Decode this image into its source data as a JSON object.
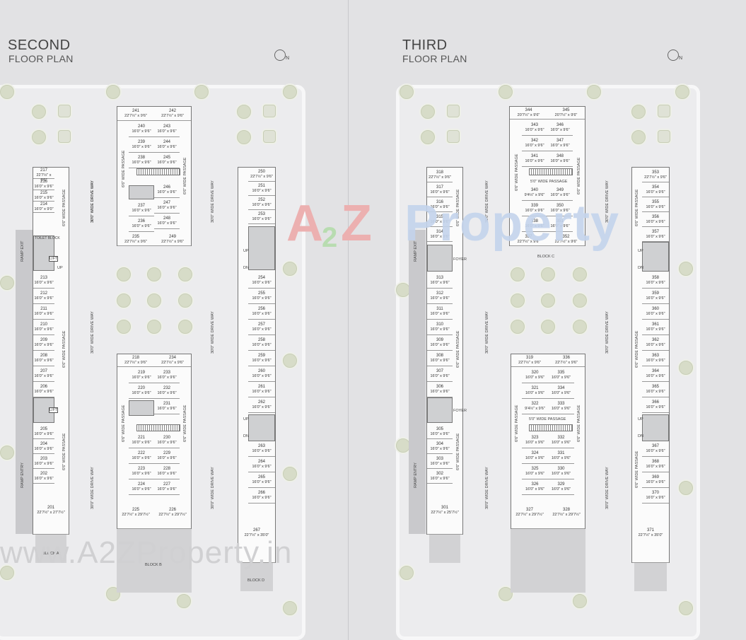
{
  "second": {
    "title_big": "SECOND",
    "title_small": "FLOOR PLAN",
    "north": "N",
    "block_a": {
      "label": "BLOCK A",
      "units_top": [
        [
          "217",
          "22'7½\" x 9'6\""
        ],
        [
          "216",
          "16'0\" x 9'6\""
        ],
        [
          "215",
          "16'0\" x 9'6\""
        ],
        [
          "214",
          "16'0\" x 9'0\""
        ]
      ],
      "toilet": "TOILET BLOCK",
      "lift": "LIFT",
      "units_mid": [
        [
          "213",
          "16'0\" x 9'6\""
        ],
        [
          "212",
          "16'0\" x 9'6\""
        ],
        [
          "211",
          "16'0\" x 9'6\""
        ],
        [
          "210",
          "16'0\" x 9'6\""
        ],
        [
          "209",
          "16'0\" x 9'6\""
        ],
        [
          "208",
          "16'0\" x 9'6\""
        ],
        [
          "207",
          "16'0\" x 9'6\""
        ],
        [
          "206",
          "16'0\" x 9'6\""
        ]
      ],
      "units_bot": [
        [
          "205",
          "16'0\" x 9'6\""
        ],
        [
          "204",
          "16'0\" x 9'6\""
        ],
        [
          "203",
          "16'0\" x 9'6\""
        ],
        [
          "202",
          "16'0\" x 9'6\""
        ]
      ],
      "unit_end": [
        "201",
        "22'7½\" x 27'7½\""
      ],
      "up": "UP"
    },
    "block_b": {
      "label": "BLOCK B",
      "top_pair": [
        [
          "218",
          "22'7½\" x 9'6\""
        ],
        [
          "234",
          "22'7½\" x 9'6\""
        ]
      ],
      "left": [
        [
          "219",
          "16'0\" x 9'6\""
        ],
        [
          "220",
          "16'0\" x 9'6\""
        ]
      ],
      "right": [
        [
          "233",
          "16'0\" x 9'6\""
        ],
        [
          "232",
          "16'0\" x 9'6\""
        ],
        [
          "231",
          "16'0\" x 9'6\""
        ]
      ],
      "left2": [
        [
          "221",
          "16'0\" x 9'6\""
        ],
        [
          "222",
          "16'0\" x 9'6\""
        ],
        [
          "223",
          "16'0\" x 9'6\""
        ],
        [
          "224",
          "16'0\" x 9'6\""
        ]
      ],
      "right2": [
        [
          "230",
          "16'0\" x 9'6\""
        ],
        [
          "229",
          "16'0\" x 9'6\""
        ],
        [
          "228",
          "16'0\" x 9'6\""
        ],
        [
          "227",
          "16'0\" x 9'6\""
        ]
      ],
      "bottom_pair": [
        [
          "225",
          "22'7½\" x 29'7½\""
        ],
        [
          "226",
          "22'7½\" x 29'7½\""
        ]
      ]
    },
    "block_top": {
      "top_pair": [
        [
          "241",
          "22'7½\" x 9'6\""
        ],
        [
          "242",
          "22'7½\" x 9'6\""
        ]
      ],
      "left": [
        [
          "240",
          "16'0\" x 9'6\""
        ],
        [
          "239",
          "16'0\" x 9'6\""
        ],
        [
          "238",
          "16'0\" x 9'6\""
        ]
      ],
      "right": [
        [
          "243",
          "16'0\" x 9'6\""
        ],
        [
          "244",
          "16'0\" x 9'6\""
        ],
        [
          "245",
          "16'0\" x 9'6\""
        ]
      ],
      "left2": [
        [
          "237",
          "16'0\" x 9'6\""
        ],
        [
          "236",
          "16'0\" x 9'6\""
        ]
      ],
      "right2": [
        [
          "246",
          "16'0\" x 9'6\""
        ],
        [
          "247",
          "16'0\" x 9'6\""
        ],
        [
          "248",
          "16'0\" x 9'6\""
        ]
      ],
      "bottom_pair": [
        [
          "235",
          "22'7½\" x 9'6\""
        ],
        [
          "249",
          "22'7½\" x 9'6\""
        ]
      ]
    },
    "block_d": {
      "label": "BLOCK D",
      "units_top": [
        [
          "250",
          "22'7½\" x 9'6\""
        ],
        [
          "251",
          "16'0\" x 9'6\""
        ],
        [
          "252",
          "16'0\" x 9'6\""
        ],
        [
          "253",
          "16'0\" x 9'6\""
        ]
      ],
      "units_mid": [
        [
          "254",
          "16'0\" x 9'6\""
        ],
        [
          "255",
          "16'0\" x 9'6\""
        ],
        [
          "256",
          "16'0\" x 9'6\""
        ],
        [
          "257",
          "16'0\" x 9'6\""
        ],
        [
          "258",
          "16'0\" x 9'6\""
        ],
        [
          "259",
          "16'0\" x 9'6\""
        ],
        [
          "260",
          "16'0\" x 9'6\""
        ],
        [
          "261",
          "16'0\" x 9'6\""
        ],
        [
          "262",
          "16'0\" x 9'6\""
        ]
      ],
      "units_bot": [
        [
          "263",
          "16'0\" x 9'6\""
        ],
        [
          "264",
          "16'0\" x 9'6\""
        ],
        [
          "265",
          "16'0\" x 9'6\""
        ],
        [
          "266",
          "16'0\" x 9'6\""
        ]
      ],
      "unit_end": [
        "267",
        "22'7½\" x 35'0\""
      ]
    },
    "labels": {
      "passage": "6'6\" WIDE PASSAGE",
      "drive": "30'0\" WIDE DRIVE WAY",
      "ramp_exit": "RAMP EXIT",
      "ramp_entry": "RAMP ENTRY",
      "dn": "DN"
    }
  },
  "third": {
    "title_big": "THIRD",
    "title_small": "FLOOR PLAN",
    "north": "N",
    "block_a": {
      "units_top": [
        [
          "318",
          "22'7½\" x 9'6\""
        ],
        [
          "317",
          "16'0\" x 9'6\""
        ],
        [
          "316",
          "16'0\" x 9'6\""
        ],
        [
          "315",
          "16'0\" x 9'6\""
        ],
        [
          "314",
          "16'0\" x 9'6\""
        ]
      ],
      "foyer": "FOYER",
      "units_mid": [
        [
          "313",
          "16'0\" x 9'6\""
        ],
        [
          "312",
          "16'0\" x 9'6\""
        ],
        [
          "311",
          "16'0\" x 9'6\""
        ],
        [
          "310",
          "16'0\" x 9'6\""
        ],
        [
          "309",
          "16'0\" x 9'6\""
        ],
        [
          "308",
          "16'0\" x 9'6\""
        ],
        [
          "307",
          "16'0\" x 9'6\""
        ],
        [
          "306",
          "16'0\" x 9'6\""
        ]
      ],
      "units_bot": [
        [
          "305",
          "16'0\" x 9'6\""
        ],
        [
          "304",
          "16'0\" x 9'6\""
        ],
        [
          "303",
          "16'0\" x 9'6\""
        ],
        [
          "302",
          "16'0\" x 9'6\""
        ]
      ],
      "unit_end": [
        "301",
        "22'7½\" x 25'7½\""
      ]
    },
    "block_b": {
      "top_pair": [
        [
          "319",
          "22'7½\" x 9'6\""
        ],
        [
          "336",
          "22'7½\" x 9'6\""
        ]
      ],
      "left": [
        [
          "320",
          "16'0\" x 9'6\""
        ],
        [
          "321",
          "16'0\" x 9'6\""
        ],
        [
          "322",
          "9'4½\" x 9'6\""
        ]
      ],
      "right": [
        [
          "335",
          "16'0\" x 9'6\""
        ],
        [
          "334",
          "16'0\" x 9'6\""
        ],
        [
          "333",
          "16'0\" x 9'6\""
        ]
      ],
      "passage5": "5'0\" WIDE PASSAGE",
      "left2": [
        [
          "323",
          "16'0\" x 9'6\""
        ],
        [
          "324",
          "16'0\" x 9'6\""
        ],
        [
          "325",
          "16'0\" x 9'6\""
        ],
        [
          "326",
          "16'0\" x 9'6\""
        ]
      ],
      "right2": [
        [
          "332",
          "16'0\" x 9'6\""
        ],
        [
          "331",
          "16'0\" x 9'6\""
        ],
        [
          "330",
          "16'0\" x 9'6\""
        ],
        [
          "329",
          "16'0\" x 9'6\""
        ]
      ],
      "bottom_pair": [
        [
          "327",
          "22'7½\" x 29'7½\""
        ],
        [
          "328",
          "22'7½\" x 29'7½\""
        ]
      ]
    },
    "block_c": {
      "label": "BLOCK C",
      "top_pair": [
        [
          "344",
          "20'7½\" x 9'6\""
        ],
        [
          "345",
          "20'7½\" x 9'6\""
        ]
      ],
      "left": [
        [
          "343",
          "16'0\" x 9'6\""
        ],
        [
          "342",
          "16'0\" x 9'6\""
        ],
        [
          "341",
          "16'0\" x 9'6\""
        ]
      ],
      "right": [
        [
          "346",
          "16'0\" x 9'6\""
        ],
        [
          "347",
          "16'0\" x 9'6\""
        ],
        [
          "348",
          "16'0\" x 9'6\""
        ]
      ],
      "passage5": "5'0\" WIDE PASSAGE",
      "left2": [
        [
          "340",
          "9'4½\" x 9'6\""
        ],
        [
          "339",
          "16'0\" x 9'6\""
        ],
        [
          "338",
          "16'0\" x 9'6\""
        ]
      ],
      "right2": [
        [
          "349",
          "16'0\" x 9'6\""
        ],
        [
          "350",
          "16'0\" x 9'6\""
        ],
        [
          "351",
          "16'0\" x 9'6\""
        ]
      ],
      "bottom_pair": [
        [
          "337",
          "22'7½\" x 9'6\""
        ],
        [
          "352",
          "22'7½\" x 9'6\""
        ]
      ]
    },
    "block_d": {
      "units_top": [
        [
          "353",
          "22'7½\" x 9'6\""
        ],
        [
          "354",
          "16'0\" x 9'6\""
        ],
        [
          "355",
          "16'0\" x 9'6\""
        ],
        [
          "356",
          "16'0\" x 9'6\""
        ],
        [
          "357",
          "16'0\" x 9'6\""
        ]
      ],
      "units_mid": [
        [
          "358",
          "16'0\" x 9'6\""
        ],
        [
          "359",
          "16'0\" x 9'6\""
        ],
        [
          "360",
          "16'0\" x 9'6\""
        ],
        [
          "361",
          "16'0\" x 9'6\""
        ],
        [
          "362",
          "16'0\" x 9'6\""
        ],
        [
          "363",
          "16'0\" x 9'6\""
        ],
        [
          "364",
          "16'0\" x 9'6\""
        ],
        [
          "365",
          "16'0\" x 9'6\""
        ],
        [
          "366",
          "16'0\" x 9'6\""
        ]
      ],
      "units_bot": [
        [
          "367",
          "16'0\" x 9'6\""
        ],
        [
          "368",
          "16'0\" x 9'6\""
        ],
        [
          "369",
          "16'0\" x 9'6\""
        ],
        [
          "370",
          "16'0\" x 9'6\""
        ]
      ],
      "unit_end": [
        "371",
        "22'7½\" x 35'0\""
      ]
    }
  },
  "watermark": {
    "a": "A",
    "two": "2",
    "z": "Z",
    "property": "Property",
    "footer": "www.A2ZProperty.in"
  },
  "colors": {
    "wm_red": "#e8a0a0",
    "wm_green": "#a8d4a0",
    "wm_blue": "#a0b8e0",
    "wm_yellow": "#e8d890"
  }
}
